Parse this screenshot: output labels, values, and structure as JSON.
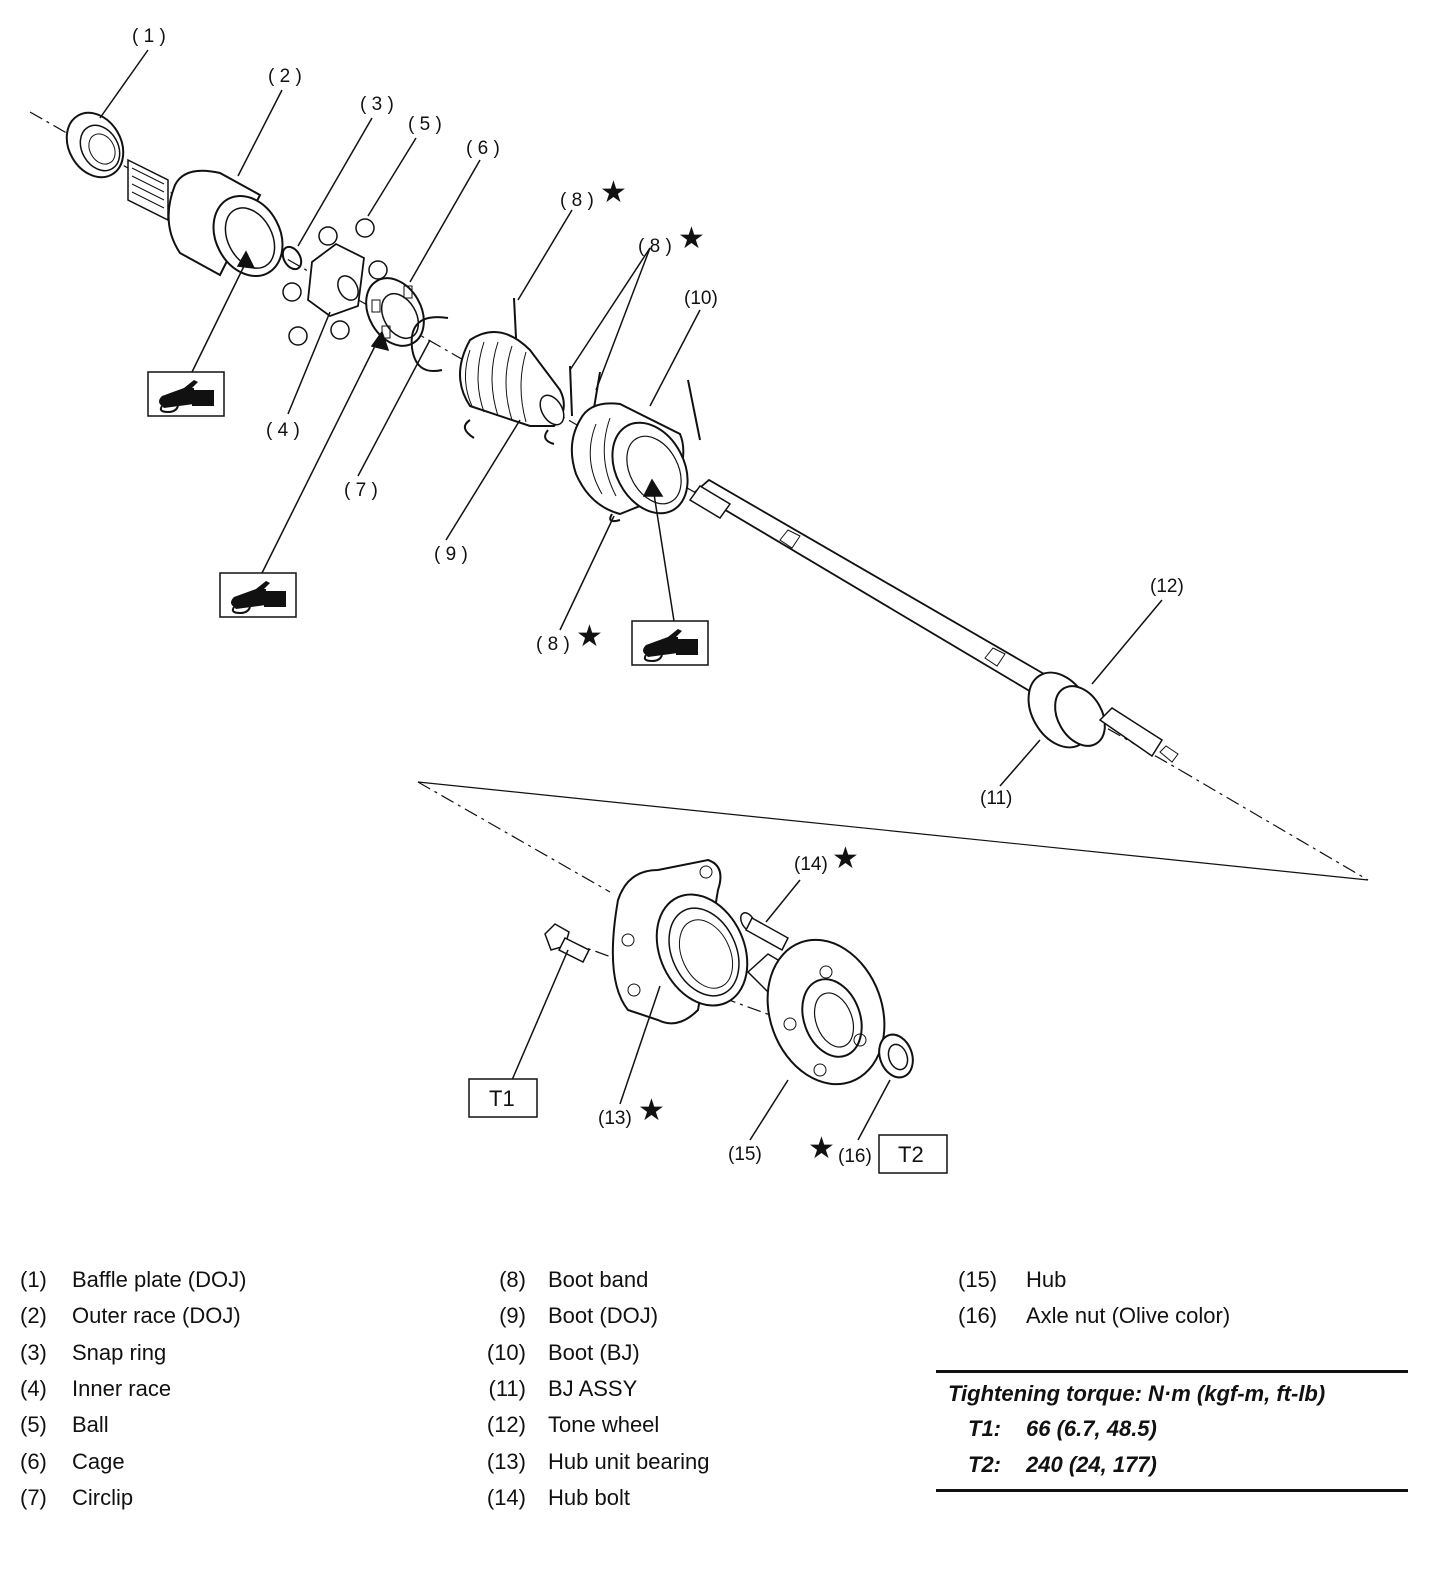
{
  "callouts": {
    "c1": "( 1 )",
    "c2": "( 2 )",
    "c3": "( 3 )",
    "c4": "( 4 )",
    "c5": "( 5 )",
    "c6": "( 6 )",
    "c7": "( 7 )",
    "c8a": "( 8 )",
    "c8b": "( 8 )",
    "c8c": "( 8 )",
    "c9": "( 9 )",
    "c10": "(10)",
    "c11": "(11)",
    "c12": "(12)",
    "c13": "(13)",
    "c14": "(14)",
    "c15": "(15)",
    "c16": "(16)"
  },
  "torque_boxes": {
    "t1": "T1",
    "t2": "T2"
  },
  "star_symbol": "★",
  "legend": [
    {
      "num": "(1)",
      "name": "Baffle plate (DOJ)"
    },
    {
      "num": "(2)",
      "name": "Outer race (DOJ)"
    },
    {
      "num": "(3)",
      "name": "Snap ring"
    },
    {
      "num": "(4)",
      "name": "Inner race"
    },
    {
      "num": "(5)",
      "name": "Ball"
    },
    {
      "num": "(6)",
      "name": "Cage"
    },
    {
      "num": "(7)",
      "name": "Circlip"
    },
    {
      "num": "(8)",
      "name": "Boot band"
    },
    {
      "num": "(9)",
      "name": "Boot (DOJ)"
    },
    {
      "num": "(10)",
      "name": "Boot (BJ)"
    },
    {
      "num": "(11)",
      "name": "BJ ASSY"
    },
    {
      "num": "(12)",
      "name": "Tone wheel"
    },
    {
      "num": "(13)",
      "name": "Hub unit bearing"
    },
    {
      "num": "(14)",
      "name": "Hub bolt"
    },
    {
      "num": "(15)",
      "name": "Hub"
    },
    {
      "num": "(16)",
      "name": "Axle nut (Olive color)"
    }
  ],
  "torque": {
    "title": "Tightening torque: N·m (kgf-m, ft-lb)",
    "rows": [
      {
        "key": "T1:",
        "value": "66 (6.7, 48.5)"
      },
      {
        "key": "T2:",
        "value": "240 (24, 177)"
      }
    ]
  }
}
